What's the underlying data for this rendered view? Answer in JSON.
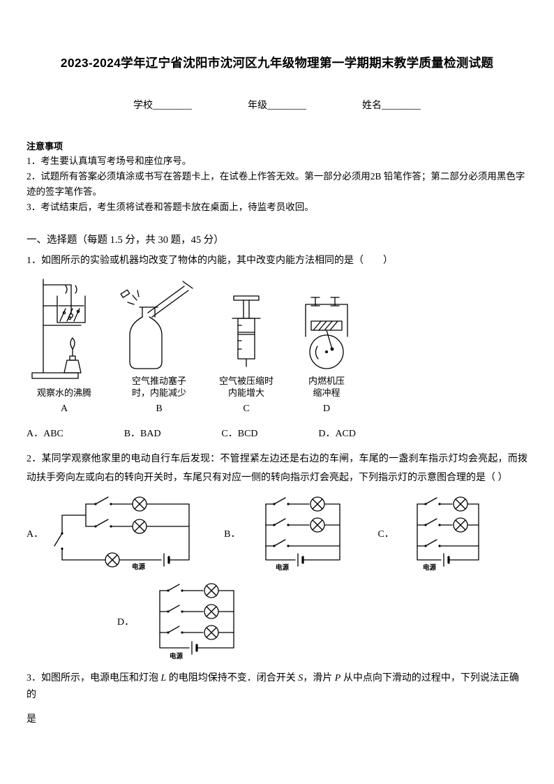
{
  "title": "2023-2024学年辽宁省沈阳市沈河区九年级物理第一学期期末教学质量检测试题",
  "header": {
    "school": "学校________",
    "grade": "年级________",
    "name": "姓名________"
  },
  "notice": {
    "heading": "注意事项",
    "item1": "1．考生要认真填写考场号和座位序号。",
    "item2": "2．试题所有答案必须填涂或书写在答题卡上，在试卷上作答无效。第一部分必须用2B 铅笔作答；第二部分必须用黑色字迹的签字笔作答。",
    "item3": "3．考试结束后，考生须将试卷和答题卡放在桌面上，待监考员收回。"
  },
  "section1_heading": "一、选择题（每题 1.5 分，共 30 题，45 分）",
  "q1": {
    "text": "1．如图所示的实验或机器均改变了物体的内能，其中改变内能方法相同的是（　　）",
    "fig_a": {
      "caption1": "观察水的沸腾",
      "letter": "A"
    },
    "fig_b": {
      "caption1": "空气推动塞子",
      "caption2": "时，内能减少",
      "letter": "B"
    },
    "fig_c": {
      "caption1": "空气被压缩时",
      "caption2": "内能增大",
      "letter": "C"
    },
    "fig_d": {
      "caption1": "内燃机压",
      "caption2": "缩冲程",
      "letter": "D"
    },
    "options": {
      "a": "A．ABC",
      "b": "B．BAD",
      "c": "C．BCD",
      "d": "D．ACD"
    }
  },
  "q2": {
    "text": "2．某同学观察他家里的电动自行车后发现：不管捏紧左边还是右边的车闸，车尾的一盏刹车指示灯均会亮起，而拨动扶手旁向左或向右的转向开关时，车尾只有对应一侧的转向指示灯会亮起，下列指示灯的示意图合理的是（ ）",
    "label_a": "A．",
    "label_b": "B．",
    "label_c": "C．",
    "label_d": "D．",
    "power_label": "电源"
  },
  "q3": {
    "p1": "3．如图所示，电源电压和灯泡 ",
    "p2": "L",
    "p3": " 的电阻均保持不变．闭合开关 ",
    "p4": "S",
    "p5": "，滑片 ",
    "p6": "P",
    "p7": " 从中点向下滑动的过程中，下列说法正确的",
    "p8": "是"
  }
}
